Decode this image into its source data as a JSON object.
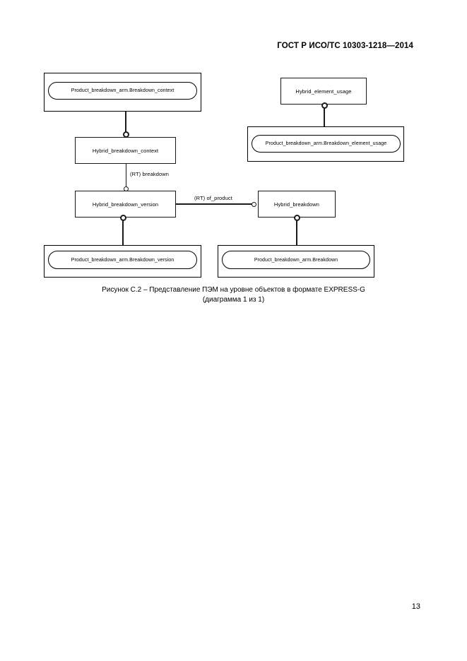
{
  "header": {
    "standard_title": "ГОСТ Р ИСО/ТС 10303-1218—2014"
  },
  "figure": {
    "nodes": {
      "schema_breakdown_context": "Product_breakdown_arm.Breakdown_context",
      "hybrid_breakdown_context": "Hybrid_breakdown_context",
      "hybrid_breakdown_version": "Hybrid_breakdown_version",
      "schema_breakdown_version": "Product_breakdown_arm.Breakdown_version",
      "hybrid_element_usage": "Hybrid_element_usage",
      "schema_breakdown_element_usage": "Product_breakdown_arm.Breakdown_element_usage",
      "hybrid_breakdown": "Hybrid_breakdown",
      "schema_breakdown": "Product_breakdown_arm.Breakdown"
    },
    "edges": {
      "rt_breakdown": "(RT) breakdown",
      "rt_of_product": "(RT) of_product"
    }
  },
  "caption": {
    "line1": "Рисунок  С.2 – Представление ПЭМ на уровне объектов в формате EXPRESS-G",
    "line2": "(диаграмма 1 из 1)"
  },
  "footer": {
    "page_number": "13"
  }
}
